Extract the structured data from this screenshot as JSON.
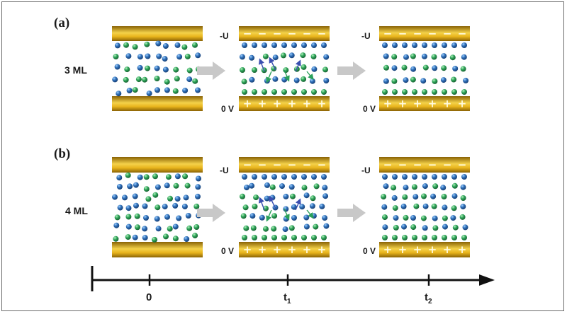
{
  "panels": [
    {
      "label": "(a)",
      "layers": "3 ML"
    },
    {
      "label": "(b)",
      "layers": "4 ML"
    }
  ],
  "voltages": {
    "top": "-U",
    "bottom": "0 V"
  },
  "timeline": {
    "ticks": [
      "0",
      "t",
      "t"
    ],
    "subscripts": [
      "",
      "1",
      "2"
    ]
  },
  "electrode_symbols": {
    "top": "−",
    "bottom": "+"
  },
  "colors": {
    "electrode_light": "#f7dc5a",
    "electrode_mid": "#d9a812",
    "electrode_dark": "#8a6305",
    "cation": "#2a5a9a",
    "anion": "#2a9a4a",
    "arrow": "#c8c8c8",
    "axis": "#111111"
  }
}
